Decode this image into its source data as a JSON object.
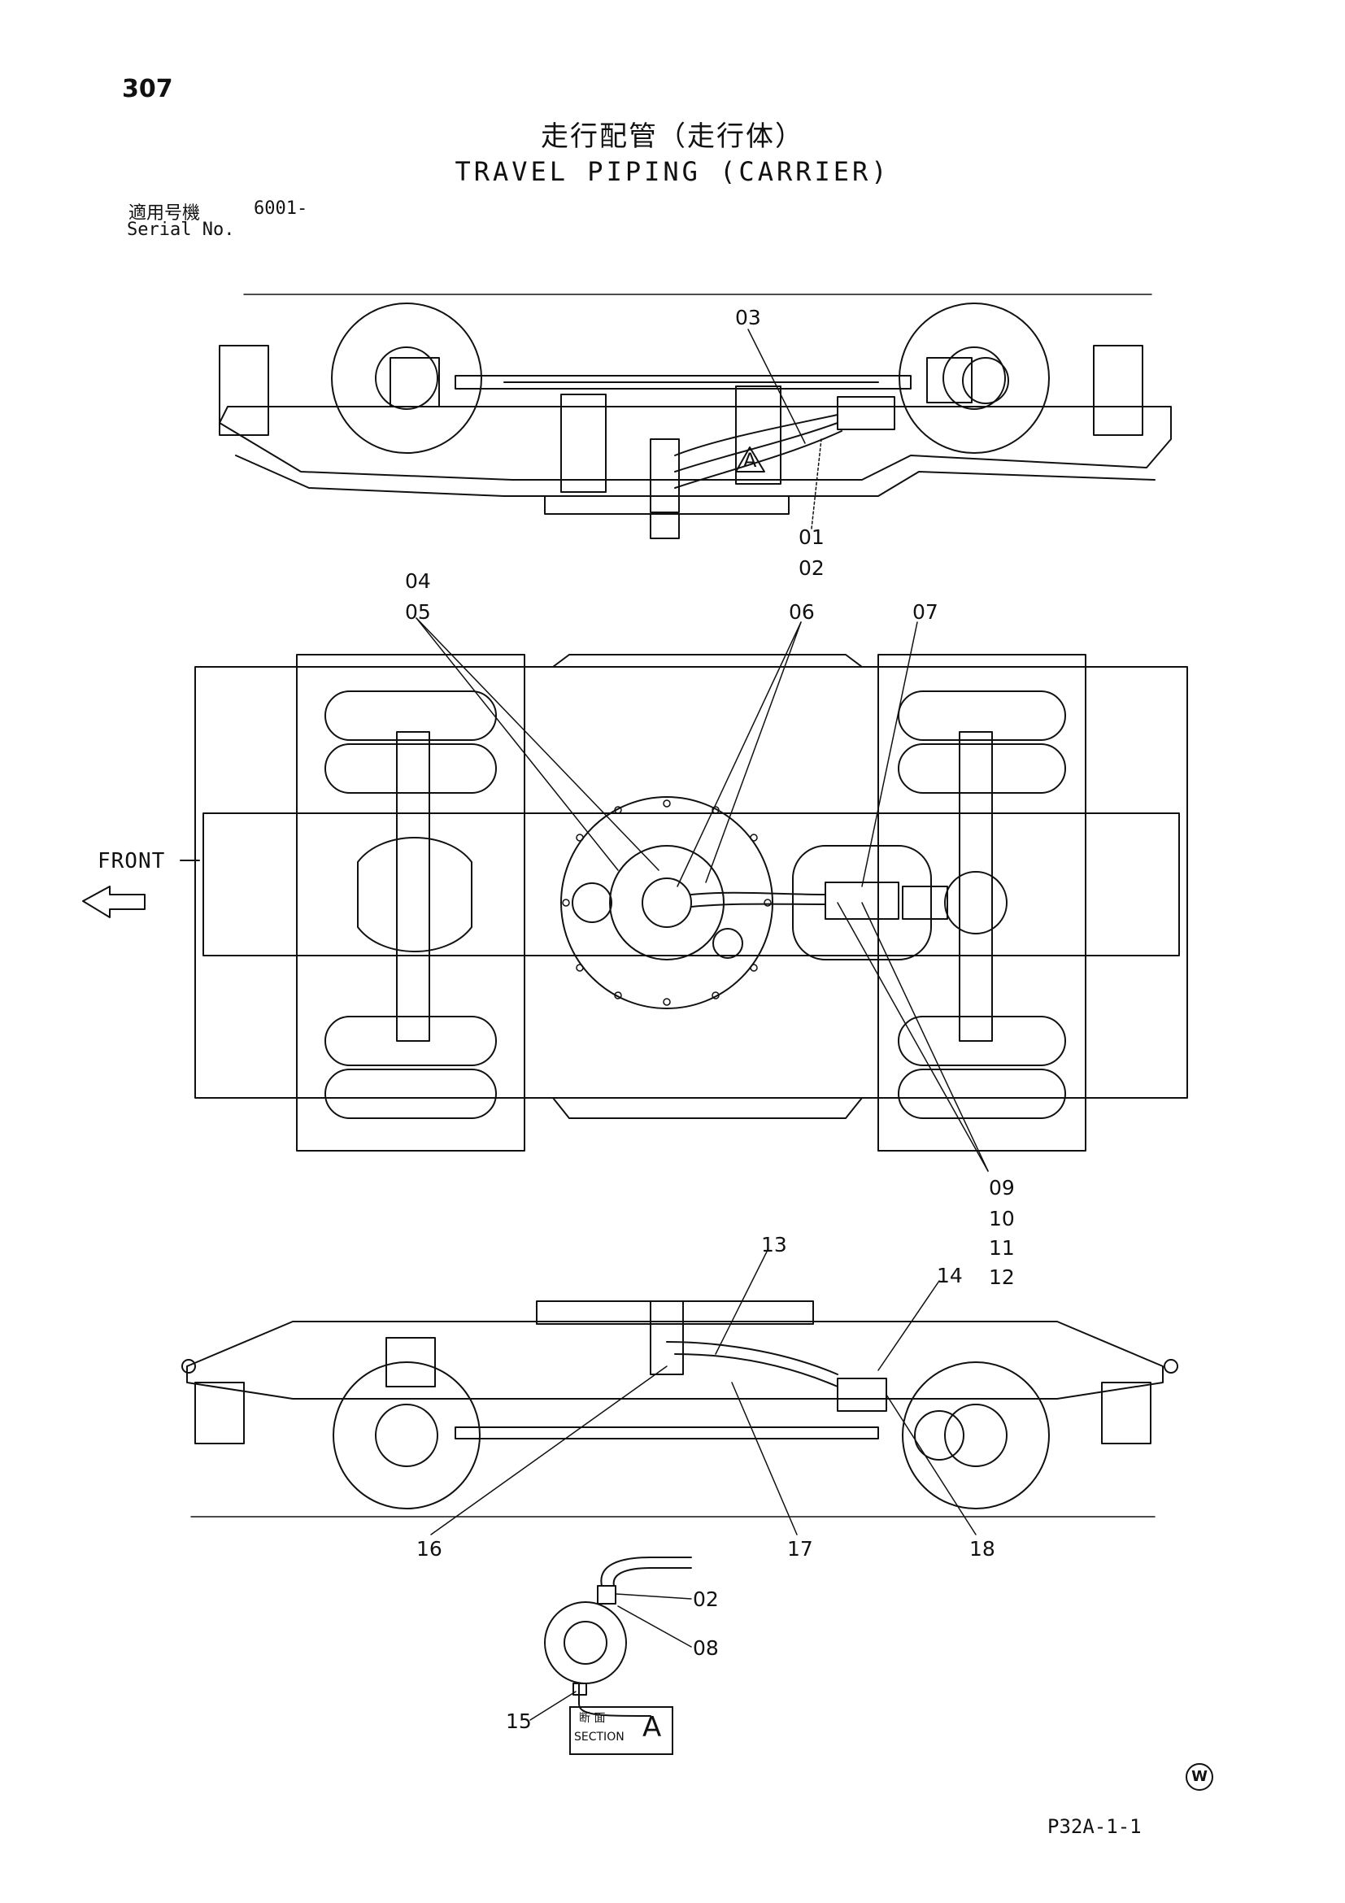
{
  "header": {
    "page_number": "307",
    "title_jp": "走行配管（走行体）",
    "title_en": "TRAVEL PIPING (CARRIER)",
    "serial_label_jp": "適用号機",
    "serial_value": "6001-",
    "serial_label_en": "Serial No."
  },
  "callouts": {
    "top_view": [
      "03",
      "01",
      "02"
    ],
    "plan_view": [
      "04",
      "05",
      "06",
      "07",
      "09",
      "10",
      "11",
      "12"
    ],
    "side_view": [
      "13",
      "14",
      "16",
      "17",
      "18"
    ],
    "section_view": [
      "02",
      "08",
      "15"
    ]
  },
  "front_label": "FRONT",
  "section_marker": {
    "letter": "A",
    "label_jp": "断 面",
    "label_en": "SECTION",
    "view_letter": "A"
  },
  "footer": {
    "doc_code": "P32A-1-1",
    "mark": "W"
  },
  "colors": {
    "ink": "#111111",
    "paper": "#ffffff"
  }
}
